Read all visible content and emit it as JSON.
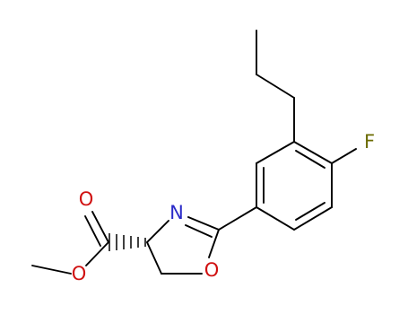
{
  "structure": {
    "atoms": {
      "fluorine": {
        "symbol": "F",
        "color": "#6b6b00"
      },
      "ring_nitrogen": {
        "symbol": "N",
        "color": "#2b2bc8"
      },
      "ring_oxygen": {
        "symbol": "O",
        "color": "#d01010"
      },
      "carbonyl_oxygen": {
        "symbol": "O",
        "color": "#d01010"
      },
      "ester_oxygen": {
        "symbol": "O",
        "color": "#d01010"
      }
    },
    "bond_color": "#000000"
  }
}
